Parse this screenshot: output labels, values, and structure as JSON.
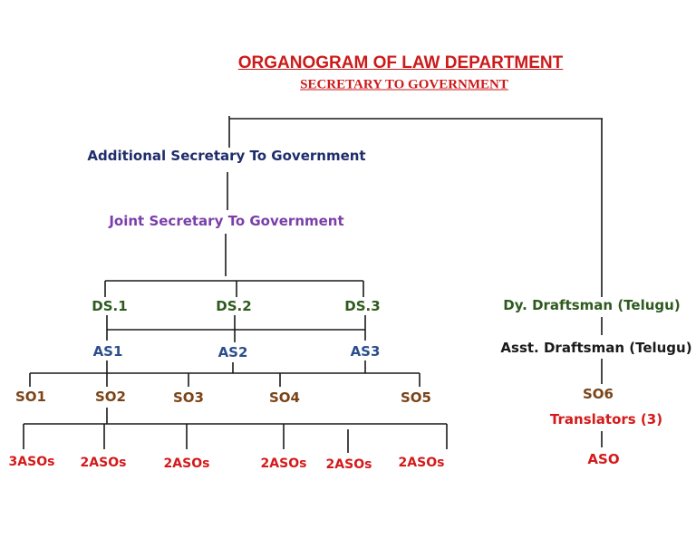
{
  "title": "ORGANOGRAM OF LAW DEPARTMENT",
  "subtitle": "SECRETARY TO GOVERNMENT",
  "nodes": {
    "additional_secretary": "Additional Secretary To Government",
    "joint_secretary": "Joint Secretary To Government",
    "ds1": "DS.1",
    "ds2": "DS.2",
    "ds3": "DS.3",
    "as1": "AS1",
    "as2": "AS2",
    "as3": "AS3",
    "so1": "SO1",
    "so2": "SO2",
    "so3": "SO3",
    "so4": "SO4",
    "so5": "SO5",
    "asos": [
      "3ASOs",
      "2ASOs",
      "2ASOs",
      "2ASOs",
      "2ASOs",
      "2ASOs"
    ],
    "dy_draftsman": "Dy. Draftsman (Telugu)",
    "asst_draftsman": "Asst. Draftsman (Telugu)",
    "so6": "SO6",
    "translators": "Translators (3)",
    "aso": "ASO"
  },
  "colors": {
    "title": "#cc1a1a",
    "additional_secretary": "#1f2d6b",
    "joint_secretary": "#7a3fa8",
    "deputy_secretary": "#2e5a1e",
    "assistant_secretary": "#2c4f8c",
    "section_officer": "#7a4418",
    "aso": "#d41a1a",
    "connector": "#1a1a1a"
  }
}
